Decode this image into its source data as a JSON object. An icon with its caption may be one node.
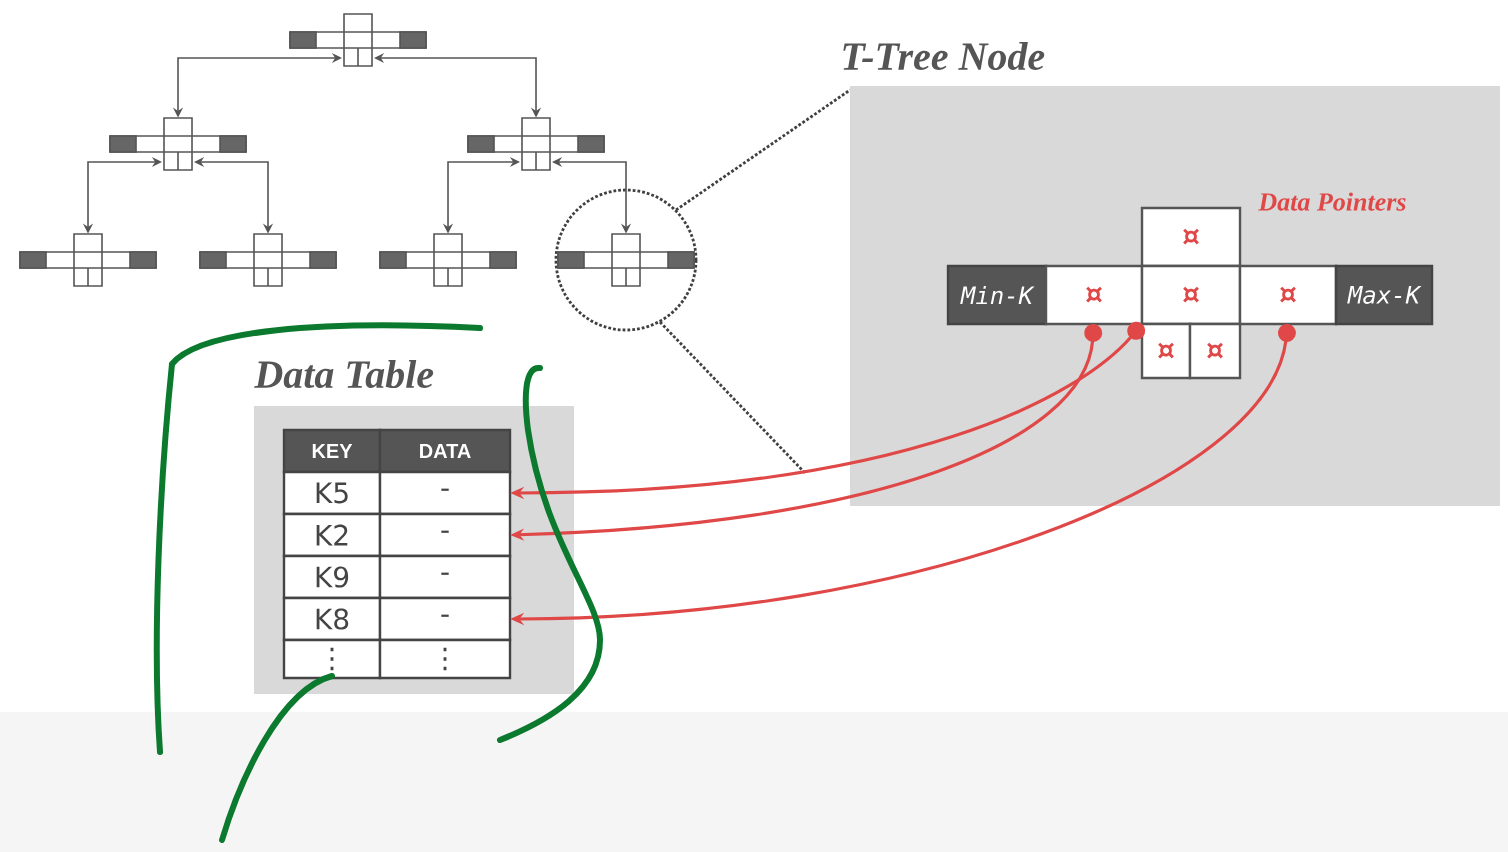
{
  "diagram": {
    "nodes": [
      {
        "text": [],
        "shape": "box"
      },
      {
        "text": [],
        "shape": "box"
      },
      {
        "text": [],
        "shape": "box"
      },
      {
        "text": [],
        "shape": "box"
      },
      {
        "text": [],
        "shape": "box"
      },
      {
        "text": [],
        "shape": "box"
      },
      {
        "text": [],
        "shape": "box"
      },
      {
        "text": [
          "T-Tree Node"
        ]
      },
      {
        "text": [
          "¤"
        ],
        "in": 7
      },
      {
        "text": [
          "Min-K"
        ],
        "in": 7
      },
      {
        "text": [
          "¤"
        ],
        "in": 7
      },
      {
        "text": [
          "¤"
        ],
        "in": 7
      },
      {
        "text": [
          "¤"
        ],
        "in": 7
      },
      {
        "text": [
          "Max-K"
        ],
        "in": 7
      },
      {
        "text": [
          "¤"
        ],
        "in": 7
      },
      {
        "text": [
          "¤"
        ],
        "in": 7
      },
      {
        "text": [
          "Data Table"
        ]
      },
      {
        "text": [
          "KEY"
        ],
        "in": 16
      },
      {
        "text": [
          "DATA"
        ],
        "in": 16
      },
      {
        "text": [
          "K5"
        ],
        "in": 16
      },
      {
        "text": [
          "-"
        ],
        "in": 16
      },
      {
        "text": [
          "K2"
        ],
        "in": 16
      },
      {
        "text": [
          "-"
        ],
        "in": 16
      },
      {
        "text": [
          "K9"
        ],
        "in": 16
      },
      {
        "text": [
          "-"
        ],
        "in": 16
      },
      {
        "text": [
          "K8"
        ],
        "in": 16
      },
      {
        "text": [
          "-"
        ],
        "in": 16
      },
      {
        "text": [
          "⋮"
        ],
        "in": 16
      },
      {
        "text": [
          "⋮"
        ],
        "in": 16
      }
    ],
    "edges": [
      {
        "from": 0,
        "to": 1,
        "arrow": "both"
      },
      {
        "from": 0,
        "to": 2,
        "arrow": "both"
      },
      {
        "from": 1,
        "to": 3,
        "arrow": "both"
      },
      {
        "from": 1,
        "to": 4,
        "arrow": "both"
      },
      {
        "from": 2,
        "to": 5,
        "arrow": "both"
      },
      {
        "from": 2,
        "to": 6,
        "arrow": "both"
      },
      {
        "from": 10,
        "to": 22,
        "arrow": "to",
        "color": "#e04848"
      },
      {
        "from": 11,
        "to": 20,
        "arrow": "to",
        "color": "#e04848"
      },
      {
        "from": 12,
        "to": 26,
        "arrow": "to",
        "color": "#e04848"
      }
    ],
    "labels": [
      "Data Pointers"
    ]
  }
}
